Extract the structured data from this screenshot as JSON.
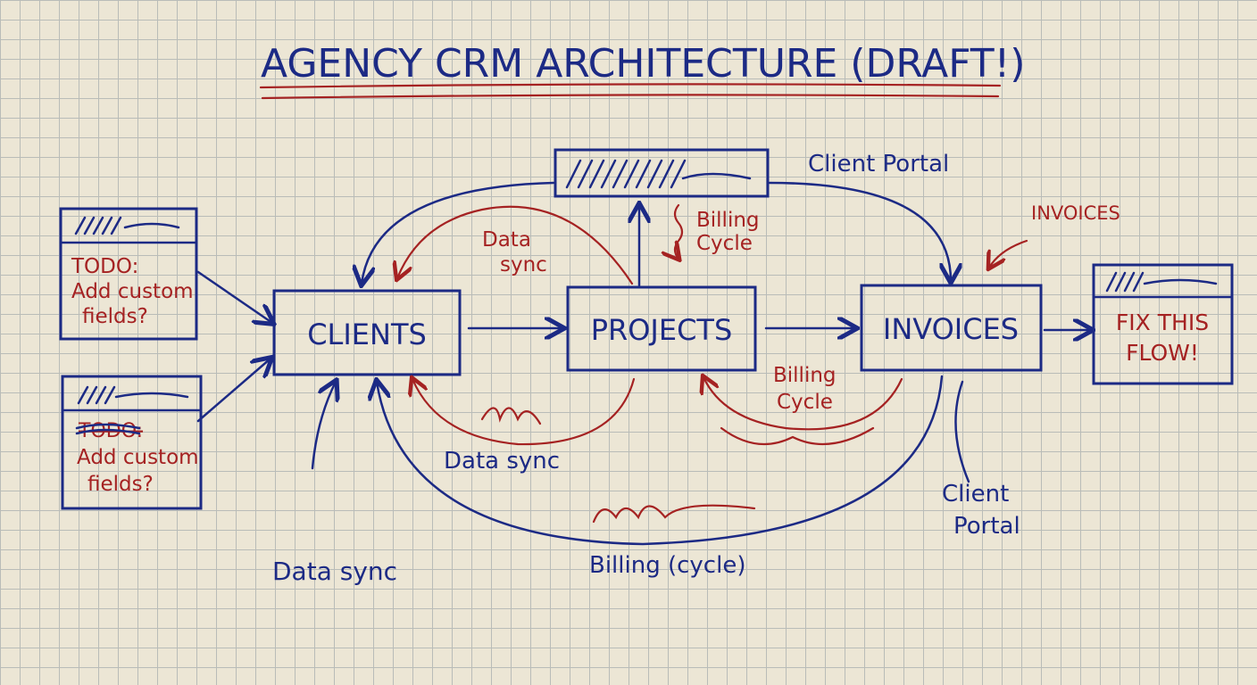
{
  "title": "AGENCY CRM ARCHITECTURE (DRAFT!)",
  "nodes": {
    "clients": "CLIENTS",
    "projects": "PROJECTS",
    "invoices": "INVOICES",
    "fix_box": [
      "FIX THIS",
      "FLOW!"
    ]
  },
  "notes": [
    {
      "label": "TODO:",
      "lines": [
        "Add custom",
        "fields?"
      ],
      "struck": false
    },
    {
      "label": "TODO:",
      "lines": [
        "Add custom",
        "fields?"
      ],
      "struck": true
    }
  ],
  "labels": {
    "client_portal_top": "Client Portal",
    "invoices_annotation": "INVOICES",
    "data_sync_red": [
      "Data",
      "sync"
    ],
    "billing_cycle_top": [
      "Billing",
      "Cycle"
    ],
    "billing_cycle_right": [
      "Billing",
      "Cycle"
    ],
    "data_sync_mid": "Data sync",
    "data_sync_bottom": "Data sync",
    "client_portal_bottom": [
      "Client",
      "Portal"
    ],
    "billing_bottom": "Billing (cycle)"
  },
  "colors": {
    "ink_blue": "#1c2a85",
    "ink_red": "#a52222",
    "paper": "#ece6d5"
  }
}
